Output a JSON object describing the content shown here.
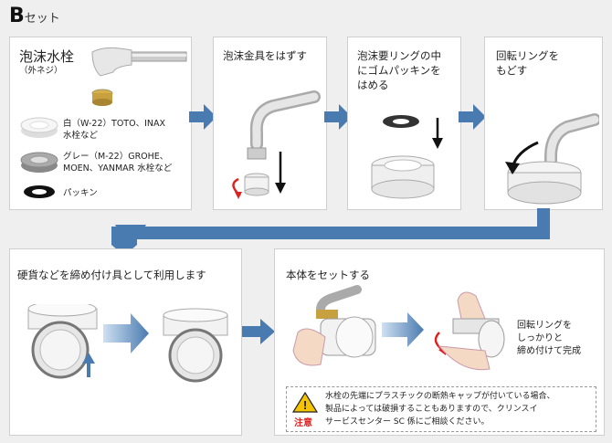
{
  "header": {
    "letter": "B",
    "suffix": "セット"
  },
  "panel1": {
    "title": "泡沫水栓",
    "subtitle": "（外ネジ）",
    "items": [
      {
        "label_line1": "白（W-22）TOTO、INAX",
        "label_line2": "水栓など"
      },
      {
        "label_line1": "グレー（M-22）GROHE、",
        "label_line2": "MOEN、YANMAR 水栓など"
      },
      {
        "label_line1": "パッキン",
        "label_line2": ""
      }
    ]
  },
  "panel2": {
    "title": "泡沫金具をはずす"
  },
  "panel3": {
    "line1": "泡沫要リングの中",
    "line2": "にゴムパッキンを",
    "line3": "はめる"
  },
  "panel4": {
    "line1": "回転リングを",
    "line2": "もどす"
  },
  "panel5": {
    "title": "硬貨などを締め付け具として利用します"
  },
  "panel6": {
    "title": "本体をセットする",
    "side_line1": "回転リングを",
    "side_line2": "しっかりと",
    "side_line3": "締め付けて完成",
    "caution_label": "注意",
    "caution_line1": "水栓の先端にプラスチックの断熱キャップが付いている場合、",
    "caution_line2": "製品によっては破損することもありますので、クリンスイ",
    "caution_line3": "サービスセンター SC 係にご相談ください。"
  },
  "colors": {
    "arrow": "#4a7bb0",
    "panel_border": "#cfcfcf",
    "caution_red": "#d22"
  }
}
